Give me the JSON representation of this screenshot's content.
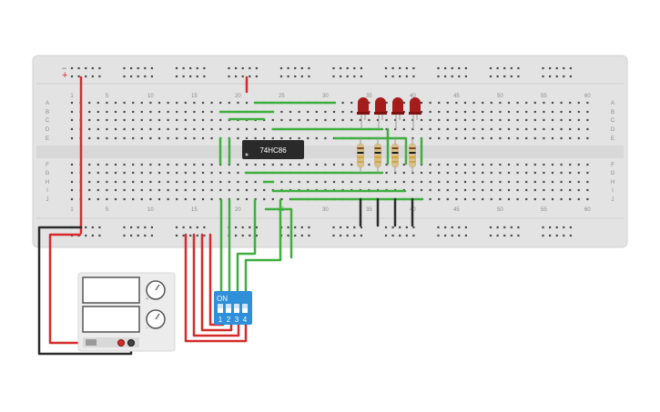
{
  "breadboard": {
    "column_numbers": [
      "1",
      "5",
      "10",
      "15",
      "20",
      "25",
      "30",
      "35",
      "40",
      "45",
      "50",
      "55",
      "60"
    ],
    "row_letters_top": [
      "A",
      "B",
      "C",
      "D",
      "E"
    ],
    "row_letters_bottom": [
      "F",
      "G",
      "H",
      "I",
      "J"
    ],
    "rail_plus_symbol": "+",
    "rail_minus_symbol": "−"
  },
  "chip": {
    "label": "74HC86"
  },
  "dip_switch": {
    "on_label": "ON",
    "positions": [
      "1",
      "2",
      "3",
      "4"
    ]
  },
  "leds": {
    "count": 4,
    "color": "#a51c1c"
  },
  "resistors": {
    "count": 4
  },
  "power_supply": {
    "knob_labels": [
      "+",
      "−"
    ]
  },
  "colors": {
    "board": "#e3e3e3",
    "hole": "#4a4a4a",
    "wire_red": "#d62a2a",
    "wire_green": "#3fae3f",
    "wire_black": "#2b2b2b",
    "switch_blue": "#2f8fd8",
    "chip_body": "#2a2a2a"
  }
}
